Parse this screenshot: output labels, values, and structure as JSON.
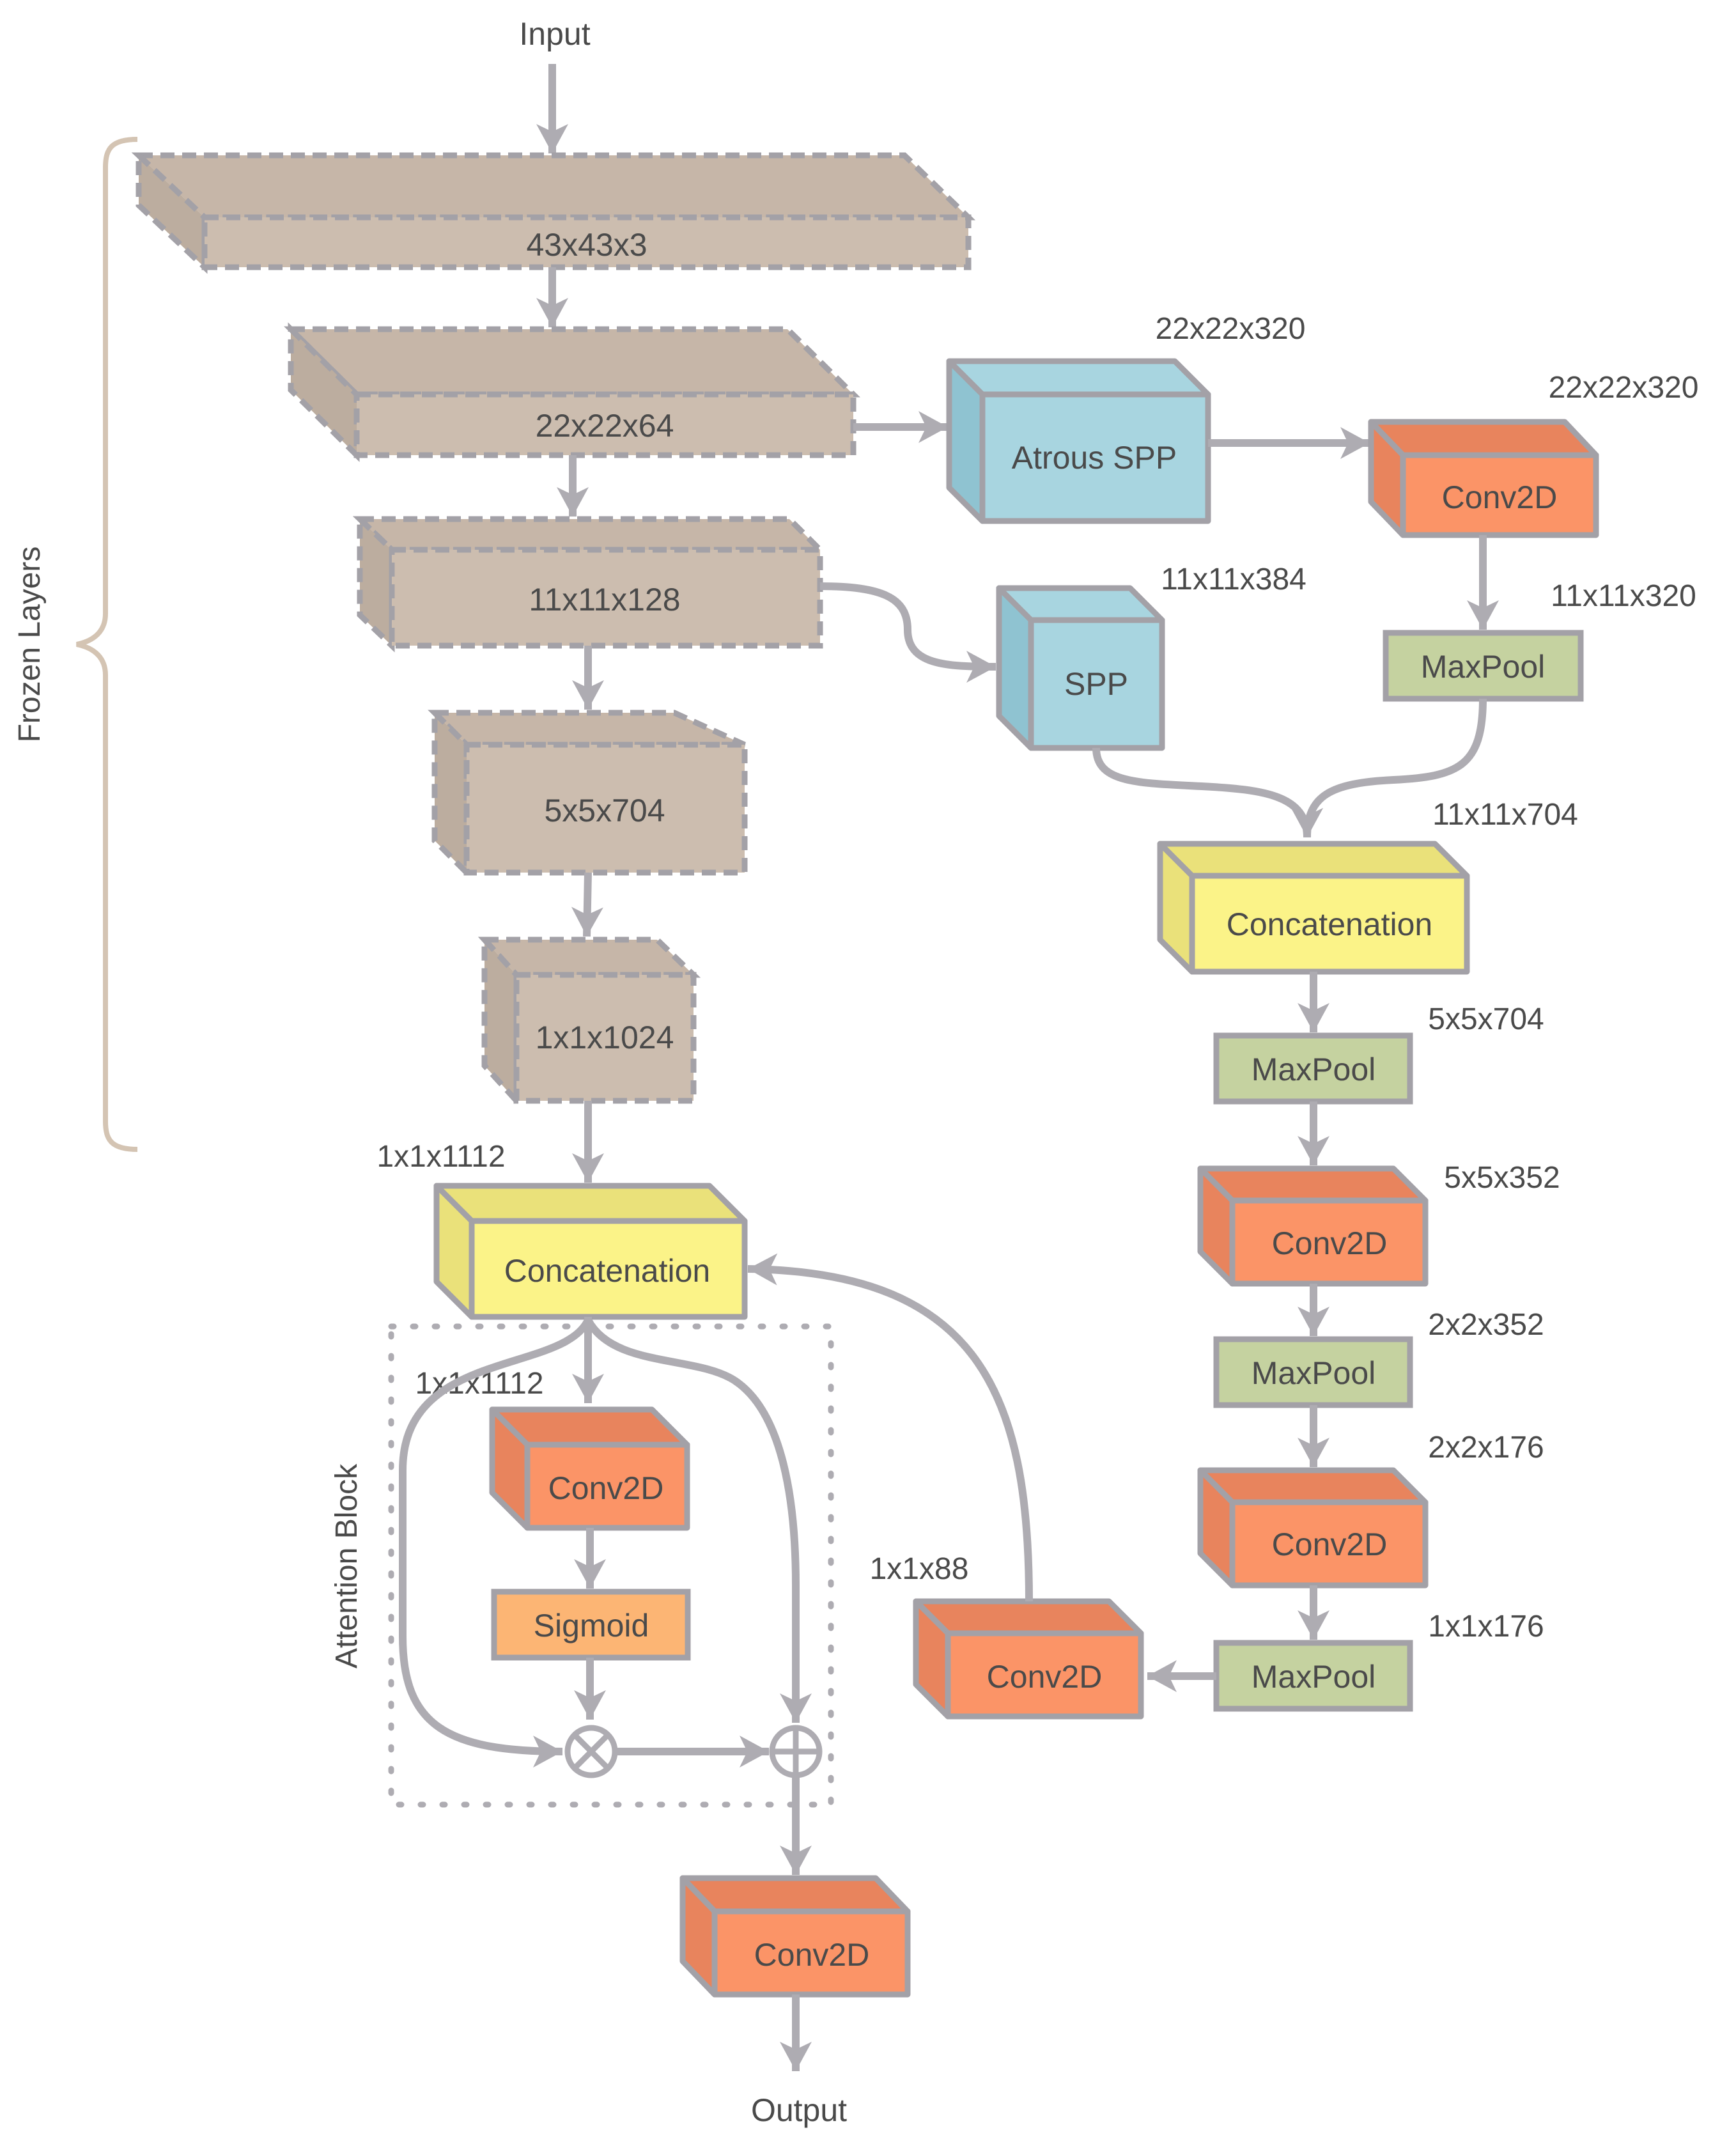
{
  "labels": {
    "input": "Input",
    "output": "Output",
    "frozen_layers": "Frozen Layers",
    "attention_block": "Attention Block"
  },
  "frozen": {
    "l1": "43x43x3",
    "l2": "22x22x64",
    "l3": "11x11x128",
    "l4": "5x5x704",
    "l5": "1x1x1024"
  },
  "branch": {
    "atrous_spp": "Atrous SPP",
    "spp": "SPP",
    "conv1": "Conv2D",
    "maxpool1": "MaxPool",
    "concat": "Concatenation",
    "maxpool2": "MaxPool",
    "conv2": "Conv2D",
    "maxpool3": "MaxPool",
    "conv3": "Conv2D",
    "maxpool4": "MaxPool",
    "conv4": "Conv2D"
  },
  "head": {
    "concat": "Concatenation",
    "conv_att": "Conv2D",
    "sigmoid": "Sigmoid",
    "conv_out": "Conv2D"
  },
  "dims": {
    "atrous": "22x22x320",
    "conv1": "22x22x320",
    "spp": "11x11x384",
    "maxpool1": "11x11x320",
    "concat": "11x11x704",
    "maxpool2": "5x5x704",
    "conv2": "5x5x352",
    "maxpool3": "2x2x352",
    "conv3": "2x2x176",
    "maxpool4": "1x1x176",
    "conv4": "1x1x88",
    "head_concat": "1x1x1112",
    "attention": "1x1x1112"
  },
  "colors": {
    "frozen_front": "#ccbdaf",
    "frozen_side": "#bcad9f",
    "frozen_top": "#c6b6a8",
    "blue_front": "#a8d5e0",
    "blue_side": "#8fc3d1",
    "orange_front": "#fb9467",
    "orange_side": "#e8845d",
    "yellow_front": "#fbf388",
    "yellow_side": "#eae17a",
    "green": "#c5d2a0",
    "sigmoid": "#fcb574",
    "outline": "#a3a1a7",
    "arrow": "#aeacb2",
    "brace": "#d4c4b3",
    "text": "#4a4a4a"
  }
}
